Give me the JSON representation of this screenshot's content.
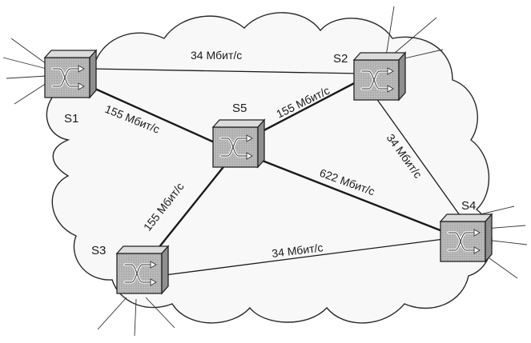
{
  "nodes": {
    "s1": {
      "label": "S1",
      "icon": "atm-switch-icon"
    },
    "s2": {
      "label": "S2",
      "icon": "atm-switch-icon"
    },
    "s3": {
      "label": "S3",
      "icon": "atm-switch-icon"
    },
    "s4": {
      "label": "S4",
      "icon": "atm-switch-icon"
    },
    "s5": {
      "label": "S5",
      "icon": "atm-switch-icon"
    }
  },
  "links": {
    "s1_s2": "34 Мбит/с",
    "s1_s5": "155 Мбит/с",
    "s5_s2": "155 Мбит/с",
    "s2_s4": "34 Мбит/с",
    "s5_s4": "622 Мбит/с",
    "s5_s3": "155 Мбит/с",
    "s3_s4": "34 Мбит/с"
  },
  "colors": {
    "cloud_fill": "#f8f8f8",
    "cloud_stroke": "#2a2a2a",
    "switch_front": "#b9b9b9",
    "switch_top": "#dcdcdc",
    "switch_side": "#8f8f8f",
    "link_stroke": "#1a1a1a"
  }
}
